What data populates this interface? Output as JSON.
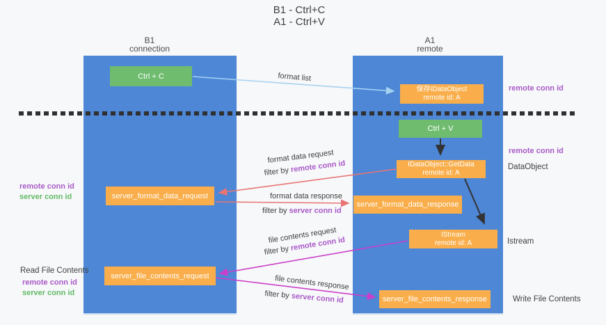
{
  "title": {
    "line1": "B1 - Ctrl+C",
    "line2": "A1 - Ctrl+V"
  },
  "columns": {
    "left": {
      "header_line1": "B1",
      "header_line2": "connection"
    },
    "right": {
      "header_line1": "A1",
      "header_line2": "remote"
    }
  },
  "boxes": {
    "ctrl_c": "Ctrl + C",
    "ctrl_v": "Ctrl + V",
    "save": {
      "line1": "保存IDataObject",
      "line2": "remote id: A"
    },
    "getdata": {
      "line1": "IDataObject::GetData",
      "line2": "remote id: A"
    },
    "istream": {
      "line1": "IStream",
      "line2": "remote id: A"
    },
    "format_request": "server_format_data_request",
    "format_response": "server_format_data_response",
    "file_request": "server_file_contents_request",
    "file_response": "server_file_contents_response"
  },
  "annotations": {
    "format_list": "format list",
    "format_data_request": "format data request",
    "format_data_response": "format data response",
    "file_contents_request": "file contents request",
    "file_contents_response": "file contents response",
    "filter_by": "filter by ",
    "remote_conn_id": "remote conn id",
    "server_conn_id": "server conn id"
  },
  "side_labels": {
    "remote_conn_id": "remote conn id",
    "server_conn_id": "server conn id",
    "dataobject": "DataObject",
    "istream": "Istream",
    "read_file_contents": "Read File Contents",
    "write_file_contents": "Write File Contents"
  },
  "colors": {
    "column_blue": "#4d87d6",
    "box_green": "#6fbc6f",
    "box_orange": "#f9ae4b",
    "arrow_blue": "#a5d2f1",
    "arrow_red": "#e87474",
    "arrow_magenta": "#ca3fca",
    "arrow_black": "#333333",
    "label_purple": "#a85ac8",
    "label_green": "#62ba66",
    "background": "#f7f8f9"
  }
}
